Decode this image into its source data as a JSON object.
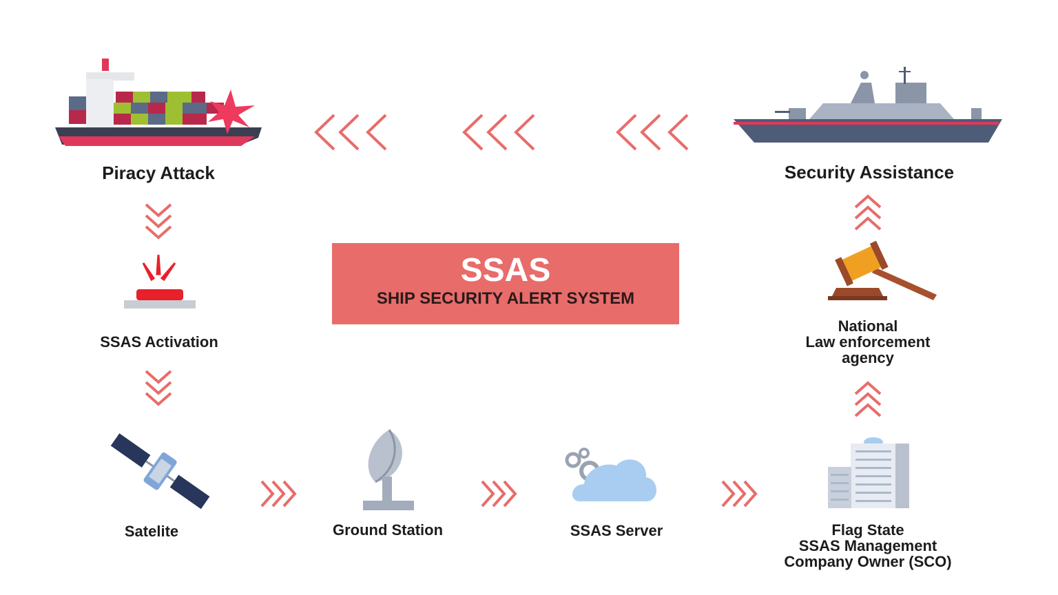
{
  "center_box": {
    "title": "SSAS",
    "subtitle": "SHIP SECURITY ALERT SYSTEM",
    "color": "#e86c6a"
  },
  "nodes": {
    "piracy_attack": {
      "label": "Piracy Attack",
      "icon": "cargo-ship-icon"
    },
    "ssas_activation": {
      "label": "SSAS Activation",
      "icon": "alarm-button-icon"
    },
    "satelite": {
      "label": "Satelite",
      "icon": "satellite-icon"
    },
    "ground_station": {
      "label": "Ground Station",
      "icon": "satellite-dish-icon"
    },
    "ssas_server": {
      "label": "SSAS Server",
      "icon": "cloud-server-icon"
    },
    "flag_state": {
      "lines": [
        "Flag State",
        "SSAS Management",
        "Company Owner (SCO)"
      ],
      "icon": "office-building-icon"
    },
    "law_enforcement": {
      "lines": [
        "National",
        "Law enforcement",
        "agency"
      ],
      "icon": "gavel-icon"
    },
    "security_assistance": {
      "label": "Security Assistance",
      "icon": "warship-icon"
    }
  },
  "arrow_color": "#e86c6a"
}
